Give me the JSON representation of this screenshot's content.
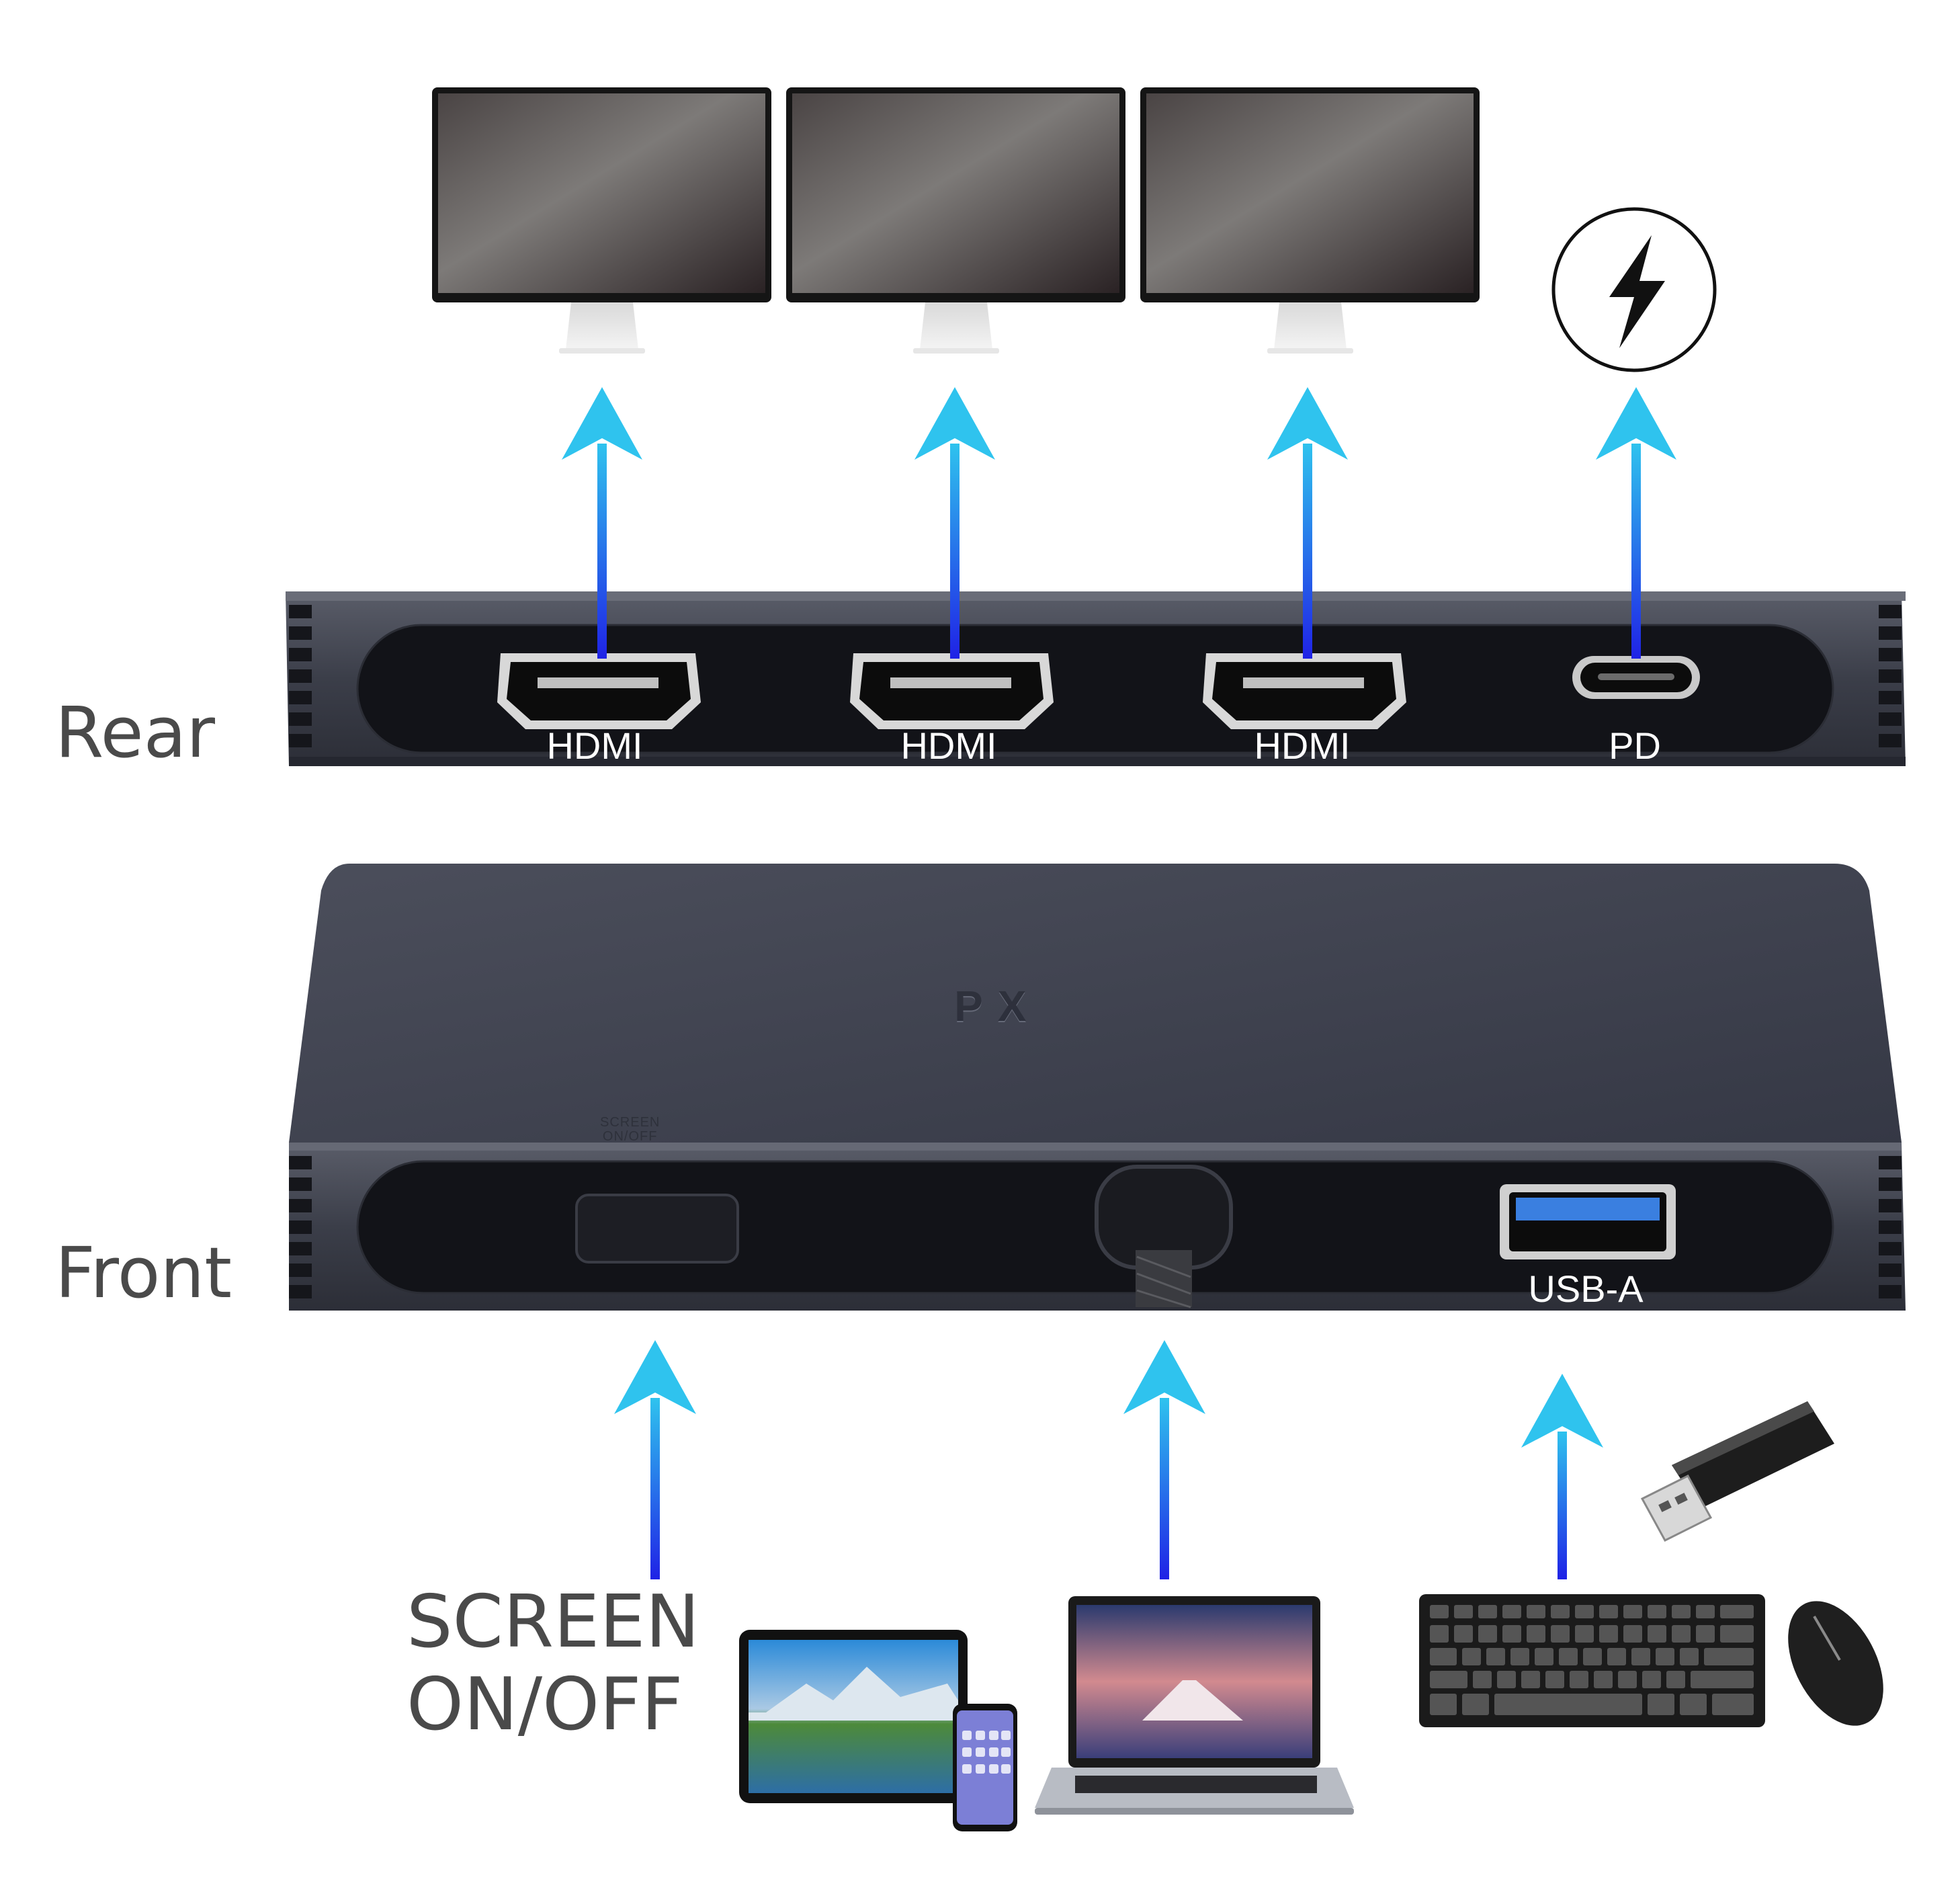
{
  "colors": {
    "arrow_top": "#2fc3ee",
    "arrow_bottom": "#1f22e6",
    "hub_body": "#3d404c",
    "hub_face": "#121318",
    "usb_blue": "#3a7fe0"
  },
  "labels": {
    "rear": "Rear",
    "front": "Front",
    "switch_line1": "SCREEN",
    "switch_line2": "ON/OFF"
  },
  "rear_ports": [
    {
      "label": "HDMI",
      "icon": "hdmi-port-icon"
    },
    {
      "label": "HDMI",
      "icon": "hdmi-port-icon"
    },
    {
      "label": "HDMI",
      "icon": "hdmi-port-icon"
    },
    {
      "label": "PD",
      "icon": "usb-c-port-icon"
    }
  ],
  "front_ports": [
    {
      "label": "USB-A",
      "icon": "usb-a-port-icon"
    }
  ],
  "hub": {
    "logo": "PX",
    "switch_print_line1": "SCREEN",
    "switch_print_line2": "ON/OFF"
  },
  "icons": {
    "monitor": "monitor-icon",
    "power": "lightning-bolt-icon",
    "tablet": "tablet-icon",
    "phone": "smartphone-icon",
    "laptop": "laptop-icon",
    "usb_drive": "usb-flash-drive-icon",
    "keyboard": "keyboard-icon",
    "mouse": "mouse-icon"
  }
}
